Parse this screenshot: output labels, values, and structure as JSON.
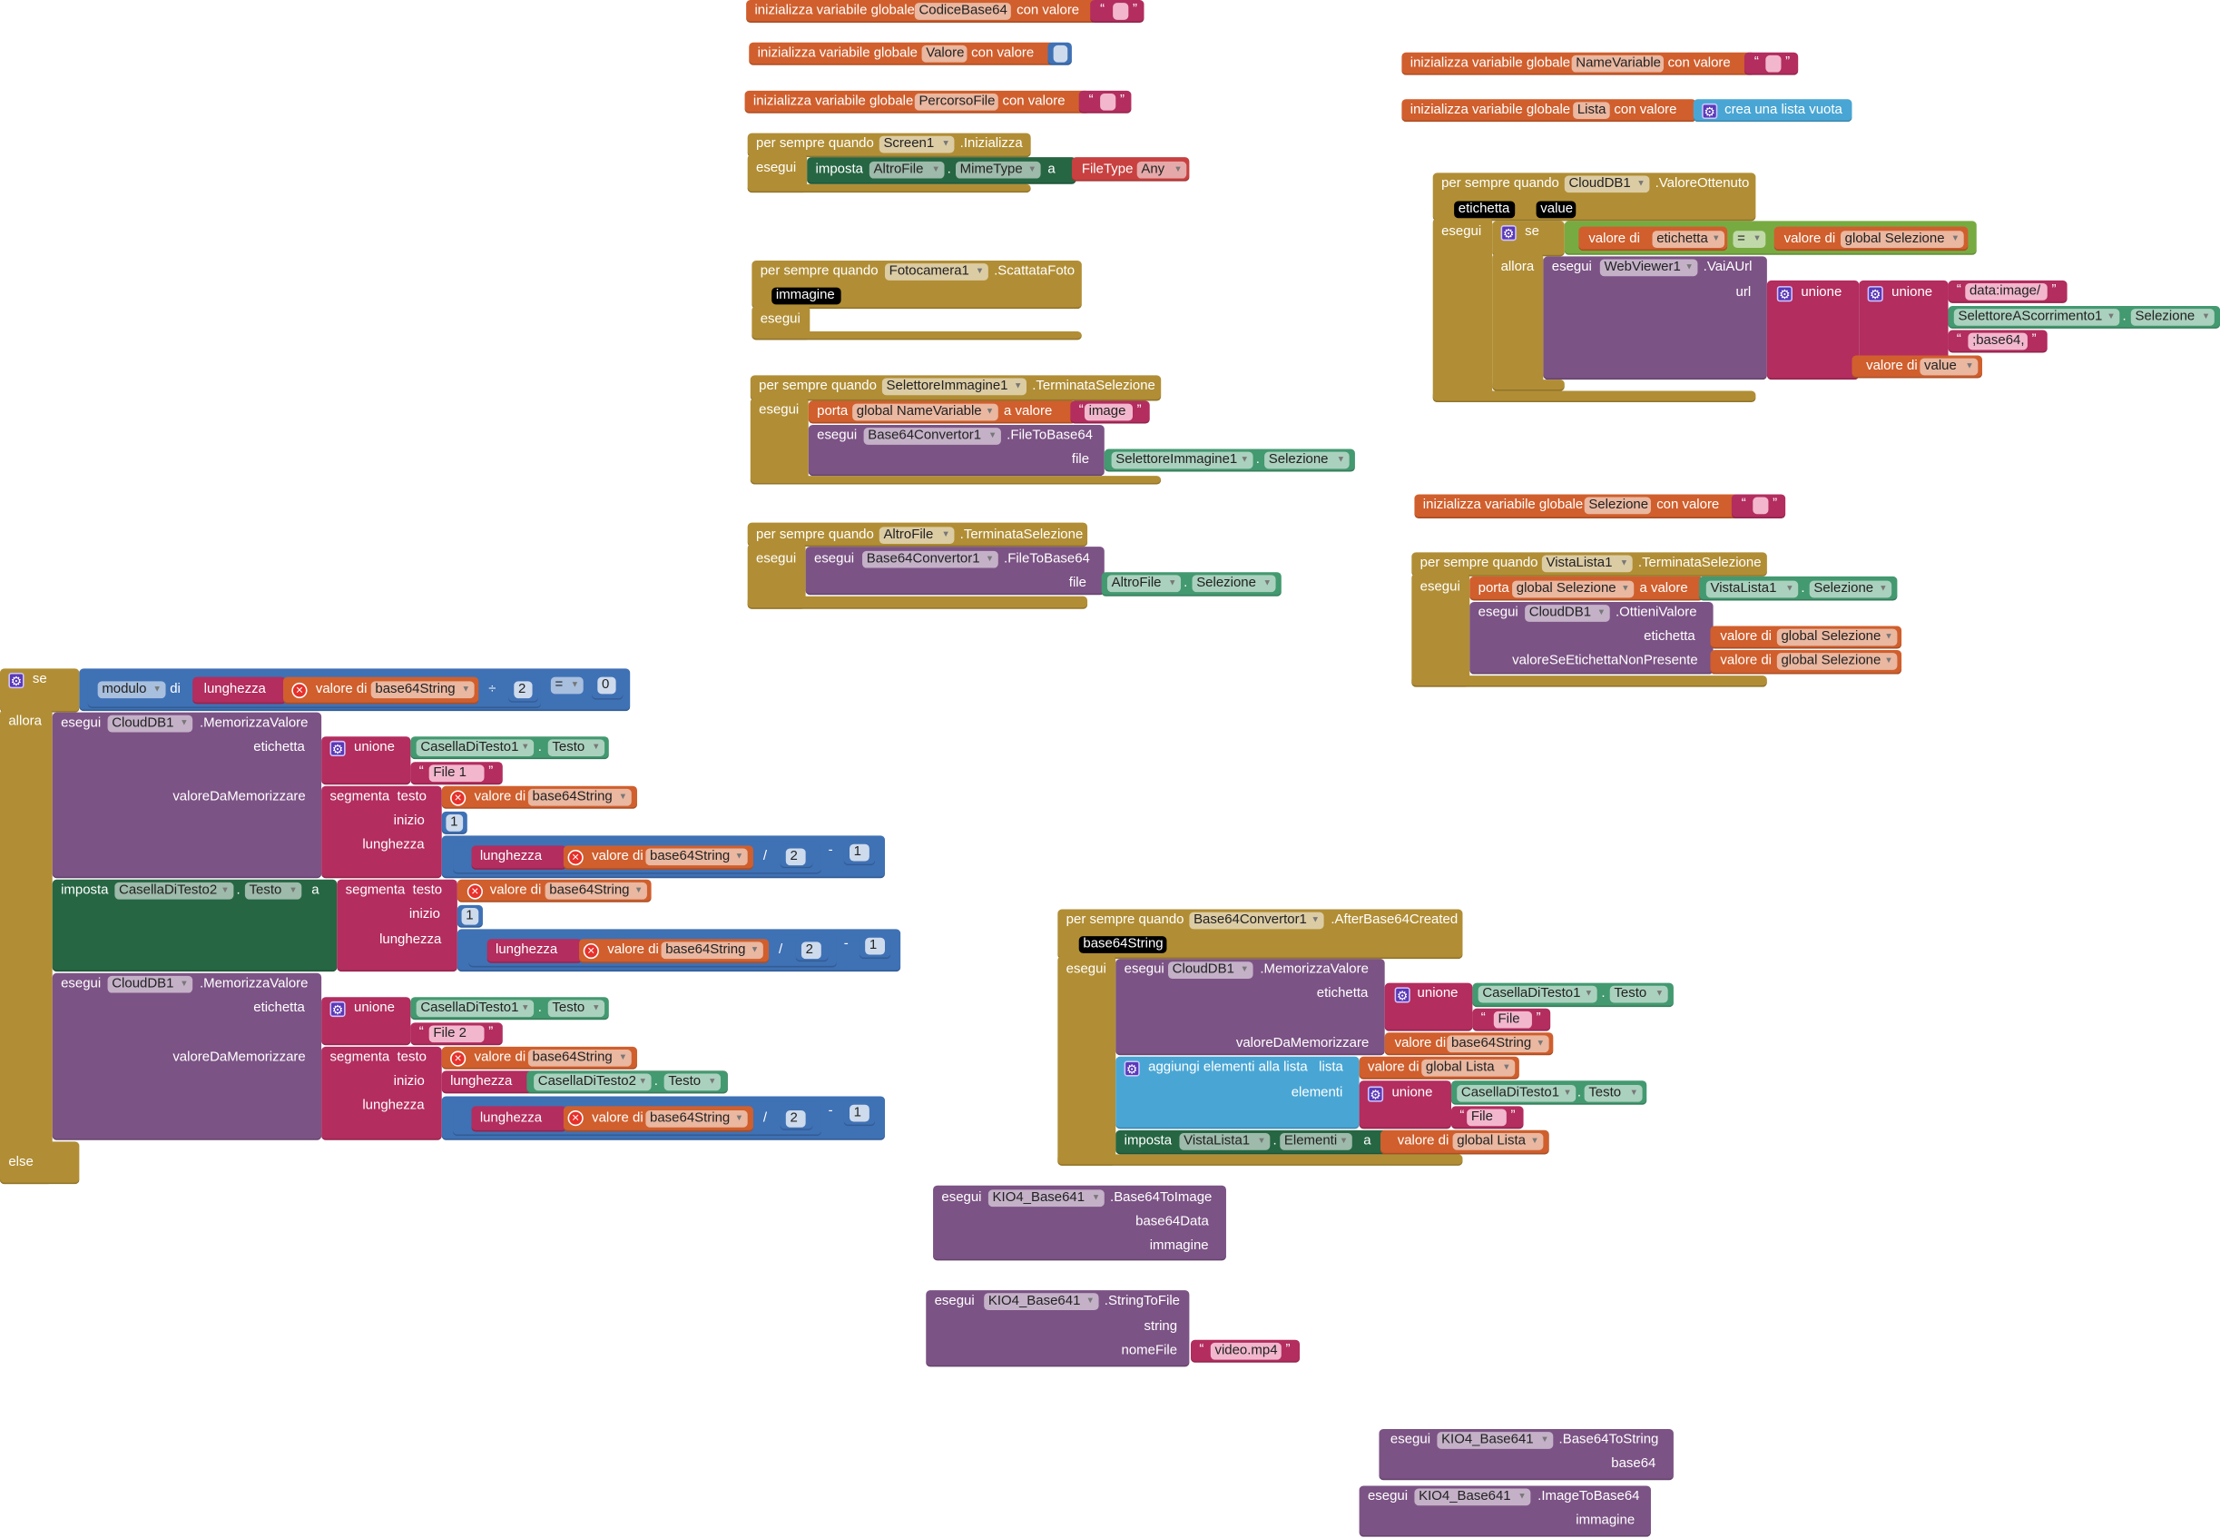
{
  "q": {
    "o": "“",
    "c": "”"
  },
  "globals": [
    {
      "label": "inizializza variabile globale",
      "name": "CodiceBase64",
      "with": "con valore"
    },
    {
      "label": "inizializza variabile globale",
      "name": "Valore",
      "with": "con valore"
    },
    {
      "label": "inizializza variabile globale",
      "name": "PercorsoFile",
      "with": "con valore"
    },
    {
      "label": "inizializza variabile globale",
      "name": "NameVariable",
      "with": "con valore"
    },
    {
      "label": "inizializza variabile globale",
      "name": "Lista",
      "with": "con valore",
      "value": "crea una lista vuota"
    },
    {
      "label": "inizializza variabile globale",
      "name": "Selezione",
      "with": "con valore"
    }
  ],
  "screen_init": {
    "when": "per sempre quando",
    "component": "Screen1",
    "event": ".Inizializza",
    "do": "esegui",
    "set": "imposta",
    "target": "AltroFile",
    "dot": ".",
    "prop": "MimeType",
    "to": "a",
    "helper": "FileType",
    "helper_value": "Any"
  },
  "camera": {
    "when": "per sempre quando",
    "component": "Fotocamera1",
    "event": ".ScattataFoto",
    "param": "immagine",
    "do": "esegui"
  },
  "picker": {
    "when": "per sempre quando",
    "component": "SelettoreImmagine1",
    "event": ".TerminataSelezione",
    "do": "esegui",
    "set": "porta",
    "var": "global NameVariable",
    "to": "a valore",
    "text": "image",
    "call": "esegui",
    "call_comp": "Base64Convertor1",
    "method": ".FileToBase64",
    "arg": "file",
    "getter_comp": "SelettoreImmagine1",
    "dot": ".",
    "getter_prop": "Selezione"
  },
  "altro": {
    "when": "per sempre quando",
    "component": "AltroFile",
    "event": ".TerminataSelezione",
    "do": "esegui",
    "call": "esegui",
    "call_comp": "Base64Convertor1",
    "method": ".FileToBase64",
    "arg": "file",
    "getter_comp": "AltroFile",
    "dot": ".",
    "getter_prop": "Selezione"
  },
  "got_value": {
    "when": "per sempre quando",
    "component": "CloudDB1",
    "event": ".ValoreOttenuto",
    "param1": "etichetta",
    "param2": "value",
    "do": "esegui",
    "if": "se",
    "then": "allora",
    "get": "valore di",
    "lhs": "etichetta",
    "op": "=",
    "rhs": "global Selezione",
    "call": "esegui",
    "call_comp": "WebViewer1",
    "method": ".VaiAUrl",
    "arg": "url",
    "join": "unione",
    "str1": "data:image/",
    "getter_comp": "SelettoreAScorrimento1",
    "dot": ".",
    "getter_prop": "Selezione",
    "str2": ";base64,",
    "last": "value"
  },
  "list_pick": {
    "when": "per sempre quando",
    "component": "VistaLista1",
    "event": ".TerminataSelezione",
    "do": "esegui",
    "set": "porta",
    "var": "global Selezione",
    "to": "a valore",
    "getter_comp": "VistaLista1",
    "dot": ".",
    "getter_prop": "Selezione",
    "call": "esegui",
    "call_comp": "CloudDB1",
    "method": ".OttieniValore",
    "arg1": "etichetta",
    "arg2": "valoreSeEtichettaNonPresente",
    "get": "valore di",
    "v": "global Selezione"
  },
  "split": {
    "if": "se",
    "then": "allora",
    "else": "else",
    "mod": "modulo",
    "of": "di",
    "len": "lunghezza",
    "get": "valore di",
    "var": "base64String",
    "div": "÷",
    "two": "2",
    "eq": "=",
    "zero": "0",
    "call": "esegui",
    "comp": "CloudDB1",
    "method": ".MemorizzaValore",
    "tag": "etichetta",
    "value": "valoreDaMemorizzare",
    "join": "unione",
    "tb1": "CasellaDiTesto1",
    "dot": ".",
    "prop": "Testo",
    "file1": "File 1",
    "file2": "File 2",
    "seg": "segmenta  testo",
    "start": "inizio",
    "one": "1",
    "slash": "/",
    "minus": "-",
    "set": "imposta",
    "tb2": "CasellaDiTesto2",
    "to": "a"
  },
  "after": {
    "when": "per sempre quando",
    "component": "Base64Convertor1",
    "event": ".AfterBase64Created",
    "param": "base64String",
    "do": "esegui",
    "call": "esegui",
    "comp": "CloudDB1",
    "method": ".MemorizzaValore",
    "tag": "etichetta",
    "value": "valoreDaMemorizzare",
    "join": "unione",
    "tb": "CasellaDiTesto1",
    "dot": ".",
    "prop": "Testo",
    "file": "File",
    "get": "valore di",
    "var": "base64String",
    "add": "aggiungi elementi alla lista   lista",
    "items": "elementi",
    "list": "global Lista",
    "set": "imposta",
    "lv": "VistaLista1",
    "lprop": "Elementi",
    "to": "a"
  },
  "procs": [
    {
      "call": "esegui",
      "comp": "KIO4_Base641",
      "method": ".Base64ToImage",
      "args": [
        "base64Data",
        "immagine"
      ]
    },
    {
      "call": "esegui",
      "comp": "KIO4_Base641",
      "method": ".StringToFile",
      "args": [
        "string",
        "nomeFile"
      ],
      "str": "video.mp4"
    },
    {
      "call": "esegui",
      "comp": "KIO4_Base641",
      "method": ".Base64ToString",
      "args": [
        "base64"
      ]
    },
    {
      "call": "esegui",
      "comp": "KIO4_Base641",
      "method": ".ImageToBase64",
      "args": [
        "immagine"
      ]
    }
  ],
  "colors": {
    "control": "#b18e35",
    "variable": "#d05f2d",
    "text": "#b32d5e",
    "component": "#7c5385",
    "setter": "#266643",
    "getter": "#439970",
    "logic": "#77ab41",
    "math": "#3f71b5",
    "list": "#49a6d4",
    "helper": "#c84040"
  }
}
